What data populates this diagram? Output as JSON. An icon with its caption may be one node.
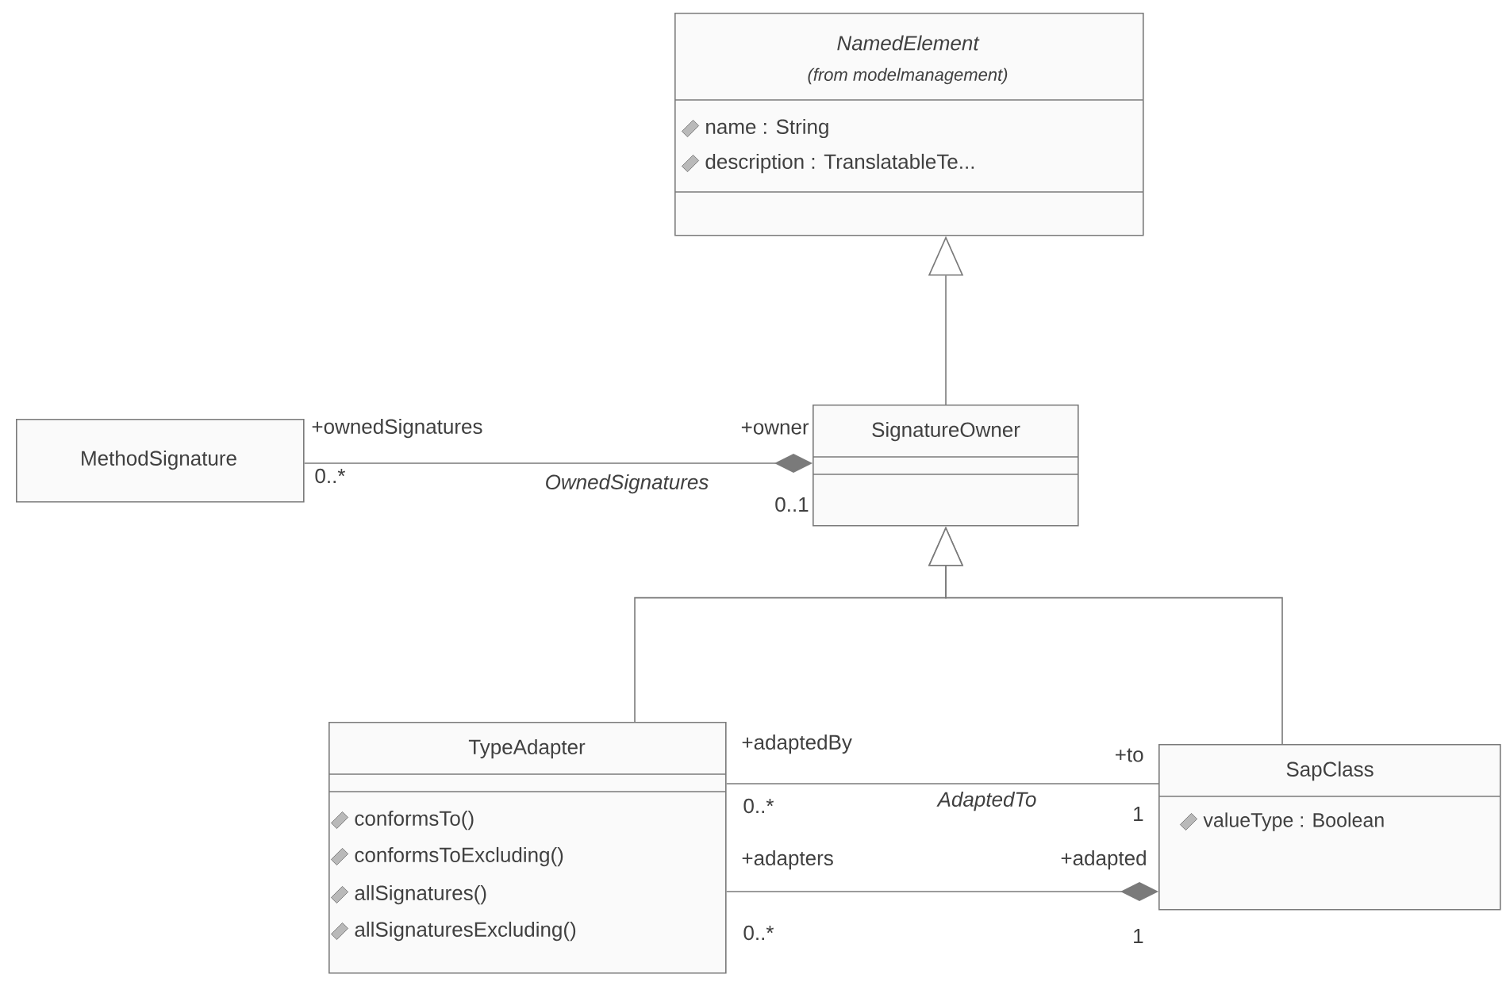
{
  "diagram": {
    "nodes": [
      {
        "text": [
          "NamedElement",
          "(from modelmanagement)",
          "name : String",
          "description : TranslatableTe..."
        ]
      },
      {
        "text": [
          "MethodSignature"
        ]
      },
      {
        "text": [
          "SignatureOwner"
        ]
      },
      {
        "text": [
          "TypeAdapter",
          "conformsTo()",
          "conformsToExcluding()",
          "allSignatures()",
          "allSignaturesExcluding()"
        ]
      },
      {
        "text": [
          "SapClass",
          "valueType : Boolean"
        ]
      }
    ],
    "edges": [
      {
        "from": 2,
        "to": 0,
        "arrow": "to"
      },
      {
        "from": 3,
        "to": 2,
        "arrow": "to"
      },
      {
        "from": 4,
        "to": 2,
        "arrow": "to"
      },
      {
        "from": 1,
        "to": 2,
        "arrow": "other",
        "label": "OwnedSignatures"
      },
      {
        "from": 3,
        "to": 4,
        "arrow": "none",
        "label": "AdaptedTo"
      },
      {
        "from": 3,
        "to": 4,
        "arrow": "other"
      }
    ],
    "labels": [
      "+ownedSignatures",
      "+owner",
      "0..*",
      "0..1",
      "+adaptedBy",
      "+to",
      "0..*",
      "1",
      "+adapters",
      "+adapted",
      "0..*",
      "1"
    ]
  }
}
